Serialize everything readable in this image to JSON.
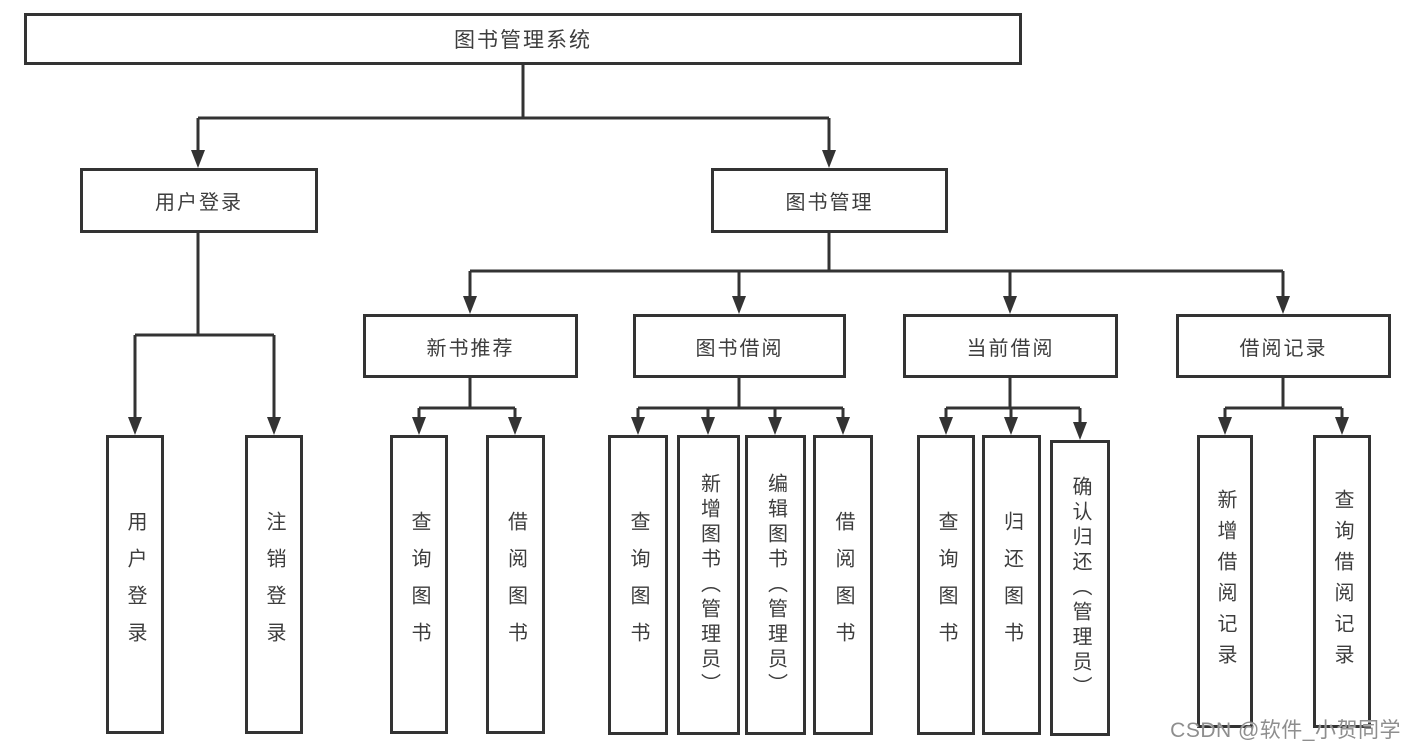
{
  "diagram": {
    "title": "图书管理系统",
    "root": {
      "label": "图书管理系统"
    },
    "branches": [
      {
        "label": "用户登录",
        "children": [
          {
            "label": "用户登录"
          },
          {
            "label": "注销登录"
          }
        ]
      },
      {
        "label": "图书管理",
        "children": [
          {
            "label": "新书推荐",
            "children": [
              {
                "label": "查询图书"
              },
              {
                "label": "借阅图书"
              }
            ]
          },
          {
            "label": "图书借阅",
            "children": [
              {
                "label": "查询图书"
              },
              {
                "label": "新增图书（管理员）"
              },
              {
                "label": "编辑图书（管理员）"
              },
              {
                "label": "借阅图书"
              }
            ]
          },
          {
            "label": "当前借阅",
            "children": [
              {
                "label": "查询图书"
              },
              {
                "label": "归还图书"
              },
              {
                "label": "确认归还（管理员）"
              }
            ]
          },
          {
            "label": "借阅记录",
            "children": [
              {
                "label": "新增借阅记录"
              },
              {
                "label": "查询借阅记录"
              }
            ]
          }
        ]
      }
    ]
  },
  "watermark": {
    "text": "CSDN @软件_小贺同学"
  },
  "colors": {
    "line": "#333333",
    "box_border": "#333333",
    "text": "#3d3d3d",
    "watermark": "#8e8e8e",
    "background": "#ffffff"
  }
}
